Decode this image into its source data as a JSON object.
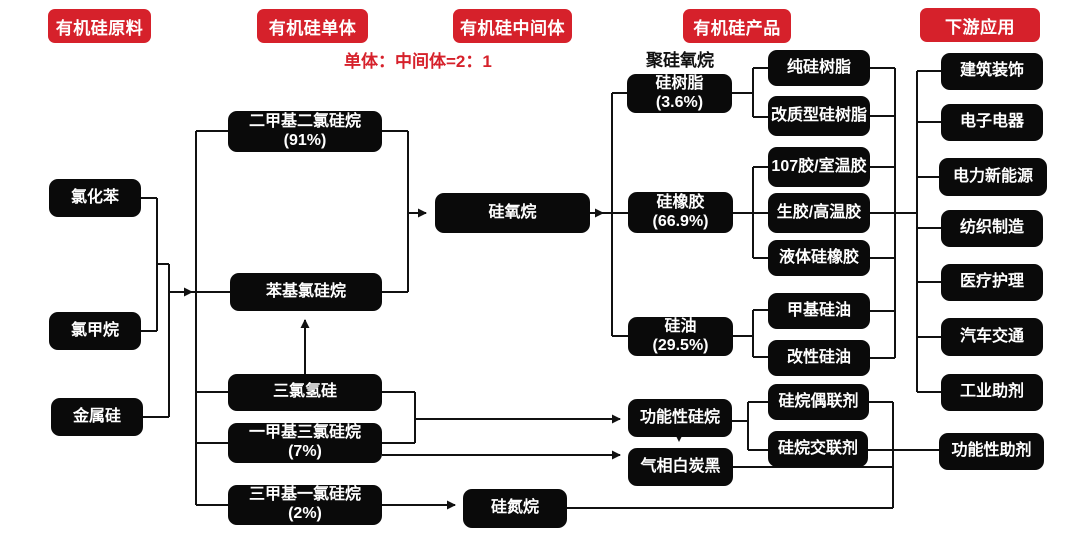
{
  "headers": {
    "raw": "有机硅原料",
    "monomer": "有机硅单体",
    "intermediate": "有机硅中间体",
    "product": "有机硅产品",
    "downstream": "下游应用"
  },
  "annotations": {
    "ratio_note": "单体：中间体=2：1",
    "polysiloxane_label": "聚硅氧烷"
  },
  "nodes": {
    "chlorobenzene": "氯化苯",
    "chloromethane": "氯甲烷",
    "metal_silicon": "金属硅",
    "dimethyl_dichlorosilane": "二甲基二氯硅烷\n(91%)",
    "phenyl_chlorosilane": "苯基氯硅烷",
    "trichlorosilane": "三氯氢硅",
    "methyl_trichlorosilane": "一甲基三氯硅烷\n(7%)",
    "trimethyl_chlorosilane": "三甲基一氯硅烷\n(2%)",
    "siloxane": "硅氧烷",
    "silazane": "硅氮烷",
    "silicone_resin": "硅树脂\n(3.6%)",
    "silicone_rubber": "硅橡胶\n(66.9%)",
    "silicone_oil": "硅油\n(29.5%)",
    "functional_silane": "功能性硅烷",
    "fumed_silica": "气相白炭黑",
    "pure_silicone_resin": "纯硅树脂",
    "modified_silicone_resin": "改质型硅树脂",
    "glue_107": "107胶/室温胶",
    "raw_gum_htv": "生胶/高温胶",
    "liquid_silicone_rubber": "液体硅橡胶",
    "methyl_silicone_oil": "甲基硅油",
    "modified_silicone_oil": "改性硅油",
    "silane_coupling_agent": "硅烷偶联剂",
    "silane_crosslinking_agent": "硅烷交联剂",
    "construction": "建筑装饰",
    "electronics": "电子电器",
    "power_new_energy": "电力新能源",
    "textile": "纺织制造",
    "medical_care": "医疗护理",
    "auto_transport": "汽车交通",
    "industrial_additives": "工业助剂",
    "functional_additives": "功能性助剂"
  },
  "colors": {
    "accent_red": "#d6212b",
    "node_black": "#0a0a0a",
    "line": "#111111"
  }
}
